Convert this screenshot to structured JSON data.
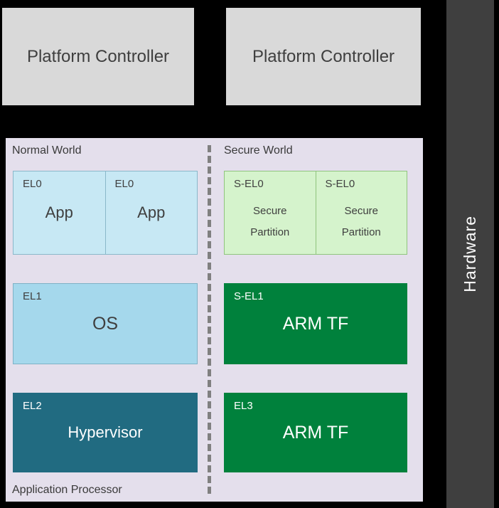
{
  "top": {
    "platform_controller_left": "Platform Controller",
    "platform_controller_right": "Platform Controller"
  },
  "hardware": {
    "label": "Hardware"
  },
  "panel": {
    "normal_world_label": "Normal World",
    "secure_world_label": "Secure World",
    "application_processor_label": "Application Processor",
    "normal": {
      "el0_boxes": [
        {
          "level": "EL0",
          "title": "App"
        },
        {
          "level": "EL0",
          "title": "App"
        }
      ],
      "el1": {
        "level": "EL1",
        "title": "OS"
      },
      "el2": {
        "level": "EL2",
        "title": "Hypervisor"
      }
    },
    "secure": {
      "sel0_boxes": [
        {
          "level": "S-EL0",
          "title": "Secure Partition"
        },
        {
          "level": "S-EL0",
          "title": "Secure Partition"
        }
      ],
      "sel1": {
        "level": "S-EL1",
        "title": "ARM TF"
      },
      "el3": {
        "level": "EL3",
        "title": "ARM TF"
      }
    }
  },
  "colors": {
    "background": "#000000",
    "platform_controller_fill": "#d9d9d9",
    "hardware_bar_fill": "#3f3f3f",
    "panel_fill": "#e4dfec",
    "el0_fill": "#c7e8f4",
    "el1_fill": "#a5d8ec",
    "el2_fill": "#216b81",
    "sel0_fill": "#d5f3cc",
    "secure_green_fill": "#00813c",
    "divider": "#808080"
  }
}
